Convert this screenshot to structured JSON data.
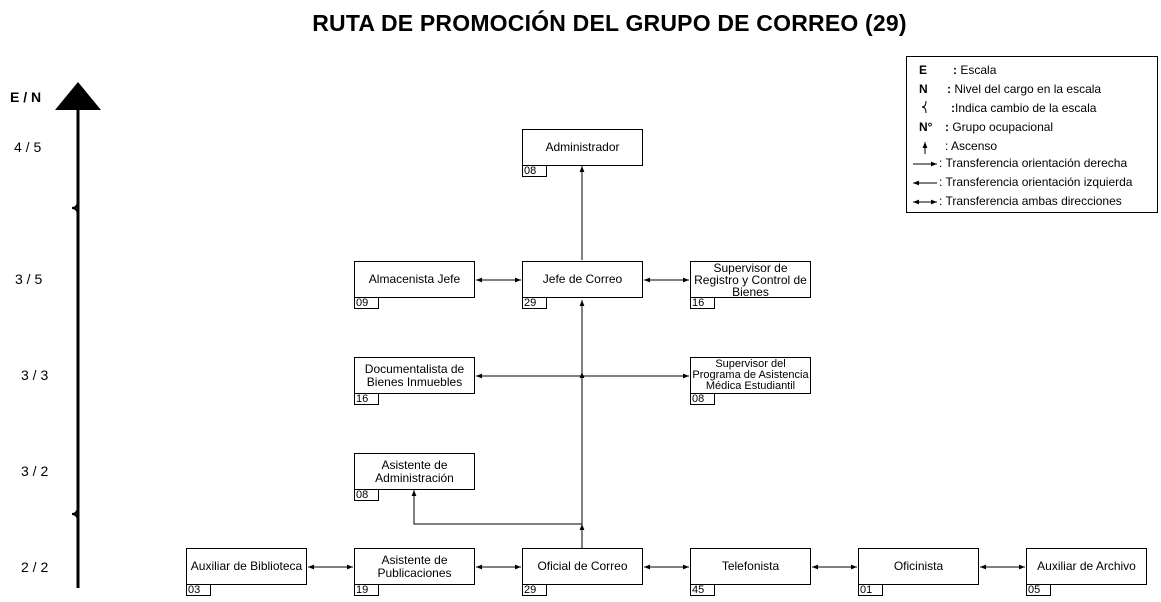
{
  "title": "RUTA DE PROMOCIÓN DEL GRUPO DE CORREO (29)",
  "axis": {
    "label": "E / N",
    "levels": [
      "4 / 5",
      "3 / 5",
      "3 / 3",
      "3 / 2",
      "2 / 2"
    ]
  },
  "legend": {
    "items": [
      {
        "symbol": "E",
        "sep": ":",
        "text": "Escala"
      },
      {
        "symbol": "N",
        "sep": ":",
        "text": "Nivel del cargo en la escala"
      },
      {
        "symbol": "",
        "sep": ":",
        "text": "Indica cambio de la escala"
      },
      {
        "symbol": "N°",
        "sep": ":",
        "text": "Grupo ocupacional"
      },
      {
        "symbol": "",
        "sep": ":",
        "text": "Ascenso"
      },
      {
        "symbol": "",
        "sep": ":",
        "text": "Transferencia orientación derecha"
      },
      {
        "symbol": "",
        "sep": ":",
        "text": "Transferencia orientación izquierda"
      },
      {
        "symbol": "",
        "sep": ":",
        "text": "Transferencia ambas direcciones"
      }
    ]
  },
  "boxes": [
    {
      "id": "administrador",
      "label": "Administrador",
      "code": "08"
    },
    {
      "id": "almacenista-jefe",
      "label": "Almacenista Jefe",
      "code": "09"
    },
    {
      "id": "jefe-de-correo",
      "label": "Jefe de Correo",
      "code": "29"
    },
    {
      "id": "supervisor-registro",
      "label": "Supervisor de Registro y Control de Bienes",
      "code": "16"
    },
    {
      "id": "documentalista",
      "label": "Documentalista de Bienes Inmuebles",
      "code": "16"
    },
    {
      "id": "supervisor-asistencia",
      "label": "Supervisor del Programa de Asistencia Médica Estudiantil",
      "code": "08"
    },
    {
      "id": "asistente-administracion",
      "label": "Asistente  de Administración",
      "code": "08"
    },
    {
      "id": "auxiliar-biblioteca",
      "label": "Auxiliar de Biblioteca",
      "code": "03"
    },
    {
      "id": "asistente-publicaciones",
      "label": "Asistente de Publicaciones",
      "code": "19"
    },
    {
      "id": "oficial-correo",
      "label": "Oficial de Correo",
      "code": "29"
    },
    {
      "id": "telefonista",
      "label": "Telefonista",
      "code": "45"
    },
    {
      "id": "oficinista",
      "label": "Oficinista",
      "code": "01"
    },
    {
      "id": "auxiliar-archivo",
      "label": "Auxiliar de Archivo",
      "code": "05"
    }
  ]
}
